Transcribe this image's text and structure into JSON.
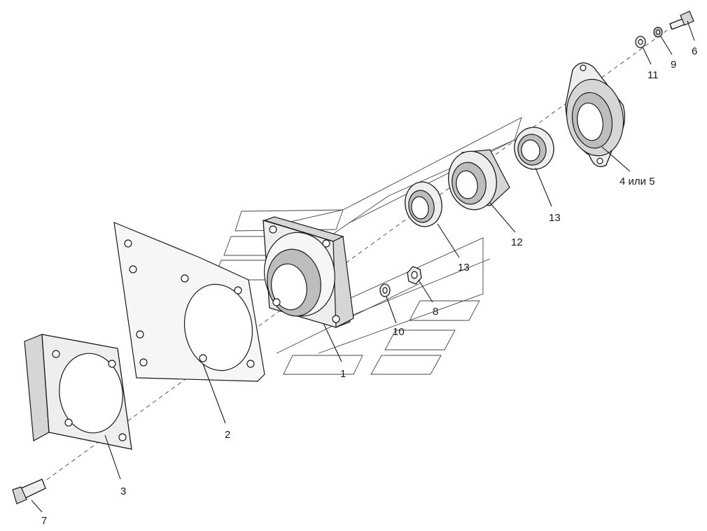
{
  "callouts": {
    "c1": "1",
    "c2": "2",
    "c3": "3",
    "c4": "4 или 5",
    "c6": "6",
    "c7": "7",
    "c8": "8",
    "c9": "9",
    "c10": "10",
    "c11": "11",
    "c12": "12",
    "c13a": "13",
    "c13b": "13"
  },
  "colors": {
    "line": "#1a1a1a",
    "fill": "#eeeeee",
    "shade": "#bdbdbd"
  }
}
